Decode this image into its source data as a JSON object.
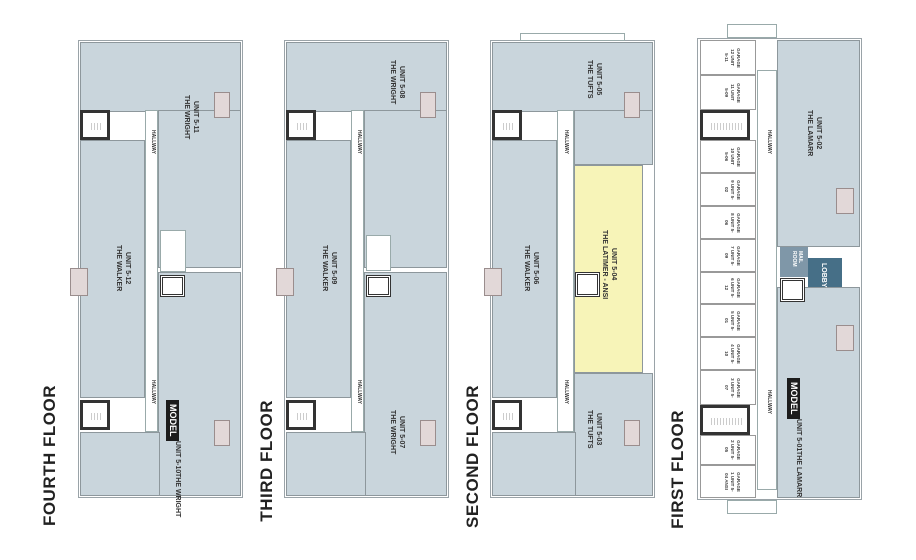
{
  "floors": [
    {
      "label": "FOURTH FLOOR",
      "hallway": "HALLWAY",
      "units": [
        {
          "unit": "UNIT 5-11",
          "name": "THE WRIGHT"
        },
        {
          "unit": "UNIT 5-12",
          "name": "THE WALKER"
        },
        {
          "unit": "UNIT 5-10",
          "name": "THE WRIGHT",
          "badge": "MODEL"
        }
      ]
    },
    {
      "label": "THIRD FLOOR",
      "hallway": "HALLWAY",
      "units": [
        {
          "unit": "UNIT 5-08",
          "name": "THE WRIGHT"
        },
        {
          "unit": "UNIT 5-09",
          "name": "THE WALKER"
        },
        {
          "unit": "UNIT 5-07",
          "name": "THE WRIGHT"
        }
      ]
    },
    {
      "label": "SECOND FLOOR",
      "hallway": "HALLWAY",
      "units": [
        {
          "unit": "UNIT 5-05",
          "name": "THE TUFTS"
        },
        {
          "unit": "UNIT 5-06",
          "name": "THE WALKER"
        },
        {
          "unit": "UNIT 5-04",
          "name": "THE LATIMER - ANSI"
        },
        {
          "unit": "UNIT 5-03",
          "name": "THE TUFTS"
        }
      ]
    },
    {
      "label": "FIRST FLOOR",
      "hallway": "HALLWAY",
      "mail_room": "MAIL ROOM",
      "lobby": "LOBBY",
      "units": [
        {
          "unit": "UNIT 5-02",
          "name": "THE LAMARR"
        },
        {
          "unit": "UNIT 5-01",
          "name": "THE LAMARR",
          "badge": "MODEL"
        }
      ],
      "garages": [
        {
          "g": "GARAGE 12",
          "u": "UNIT 5-11"
        },
        {
          "g": "GARAGE 11",
          "u": "UNIT 5-09"
        },
        {
          "g": "GARAGE 10",
          "u": "UNIT 5-06"
        },
        {
          "g": "GARAGE 9",
          "u": "UNIT 5-02"
        },
        {
          "g": "GARAGE 8",
          "u": "UNIT 5-06"
        },
        {
          "g": "GARAGE 7",
          "u": "UNIT 5-09"
        },
        {
          "g": "GARAGE 6",
          "u": "UNIT 5-12"
        },
        {
          "g": "GARAGE 5",
          "u": "UNIT 5-01"
        },
        {
          "g": "GARAGE 4",
          "u": "UNIT 5-10"
        },
        {
          "g": "GARAGE 3",
          "u": "UNIT 5-07"
        },
        {
          "g": "GARAGE 2",
          "u": "UNIT 5-05"
        },
        {
          "g": "GARAGE 1",
          "u": "UNIT 5-04 ANSI"
        }
      ]
    }
  ],
  "colors": {
    "unit": "#c9d5dc",
    "ansi": "#f7f4b8",
    "balcony": "#e2d8d8",
    "mail_room": "#7f97a8",
    "lobby": "#466f87"
  }
}
